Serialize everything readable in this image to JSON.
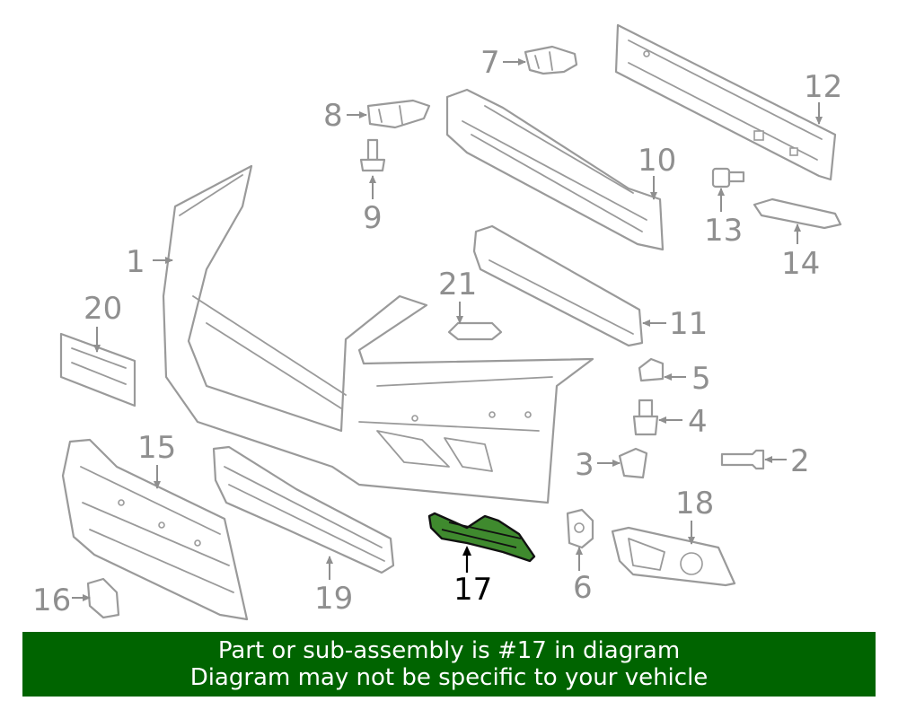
{
  "diagram": {
    "highlighted_part": "17",
    "callouts": {
      "c1": "1",
      "c2": "2",
      "c3": "3",
      "c4": "4",
      "c5": "5",
      "c6": "6",
      "c7": "7",
      "c8": "8",
      "c9": "9",
      "c10": "10",
      "c11": "11",
      "c12": "12",
      "c13": "13",
      "c14": "14",
      "c15": "15",
      "c16": "16",
      "c17": "17",
      "c18": "18",
      "c19": "19",
      "c20": "20",
      "c21": "21"
    },
    "colors": {
      "line": "#9a9a9a",
      "highlight_fill": "#3f8a2e",
      "banner": "#006400"
    }
  },
  "banner": {
    "line1": "Part or sub-assembly is #17 in diagram",
    "line2": "Diagram may not be specific to your vehicle"
  }
}
